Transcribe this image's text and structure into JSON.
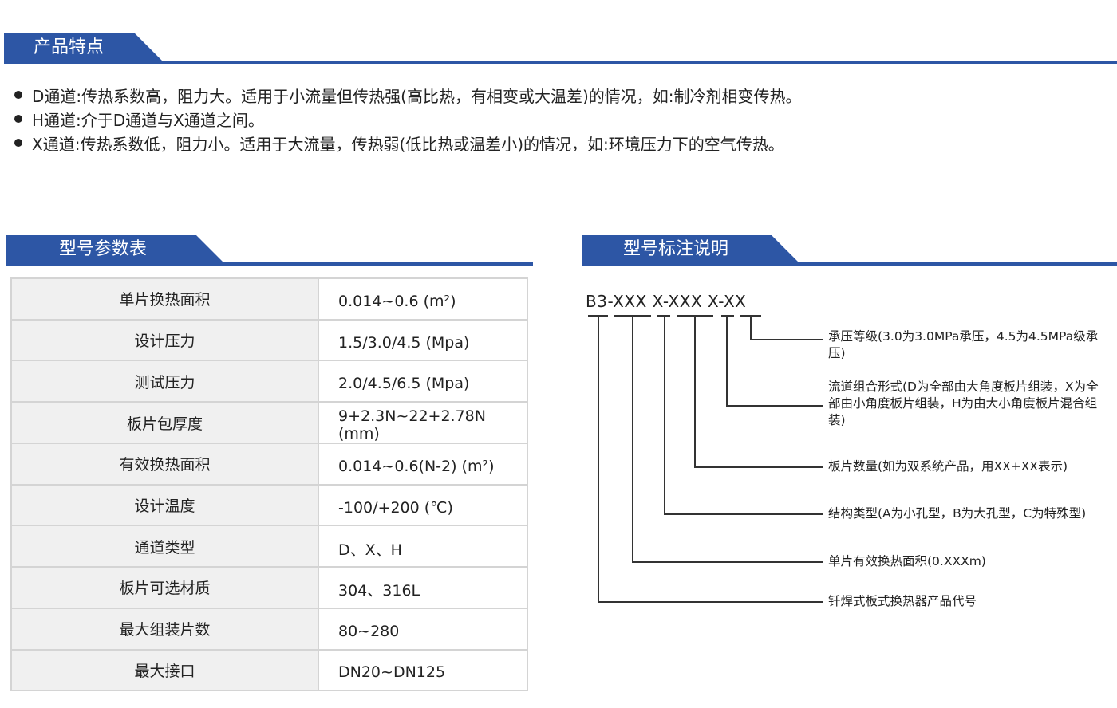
{
  "sections": {
    "features_title": "产品特点",
    "params_title": "型号参数表",
    "model_title": "型号标注说明"
  },
  "features": [
    "D通道:传热系数高，阻力大。适用于小流量但传热强(高比热，有相变或大温差)的情况，如:制冷剂相变传热。",
    "H通道:介于D通道与X通道之间。",
    "X通道:传热系数低，阻力小。适用于大流量，传热弱(低比热或温差小)的情况，如:环境压力下的空气传热。"
  ],
  "params": [
    {
      "k": "单片换热面积",
      "v": "0.014~0.6 (m²)"
    },
    {
      "k": "设计压力",
      "v": "1.5/3.0/4.5 (Mpa)"
    },
    {
      "k": "测试压力",
      "v": "2.0/4.5/6.5 (Mpa)"
    },
    {
      "k": "板片包厚度",
      "v": "9+2.3N~22+2.78N (mm)"
    },
    {
      "k": "有效换热面积",
      "v": "0.014~0.6(N-2) (m²)"
    },
    {
      "k": "设计温度",
      "v": "-100/+200 (℃)"
    },
    {
      "k": "通道类型",
      "v": "D、X、H"
    },
    {
      "k": "板片可选材质",
      "v": "304、316L"
    },
    {
      "k": "最大组装片数",
      "v": "80~280"
    },
    {
      "k": "最大接口",
      "v": "DN20~DN125"
    }
  ],
  "model": {
    "code": "B3-XXX X-XXX X-XX",
    "labels": [
      "承压等级(3.0为3.0MPa承压，4.5为4.5MPa级承压)",
      "流道组合形式(D为全部由大角度板片组装，X为全部由小角度板片组装，H为由大小角度板片混合组装)",
      "板片数量(如为双系统产品，用XX+XX表示)",
      "结构类型(A为小孔型，B为大孔型，C为特殊型)",
      "单片有效换热面积(0.XXXm)",
      "钎焊式板式换热器产品代号"
    ]
  }
}
